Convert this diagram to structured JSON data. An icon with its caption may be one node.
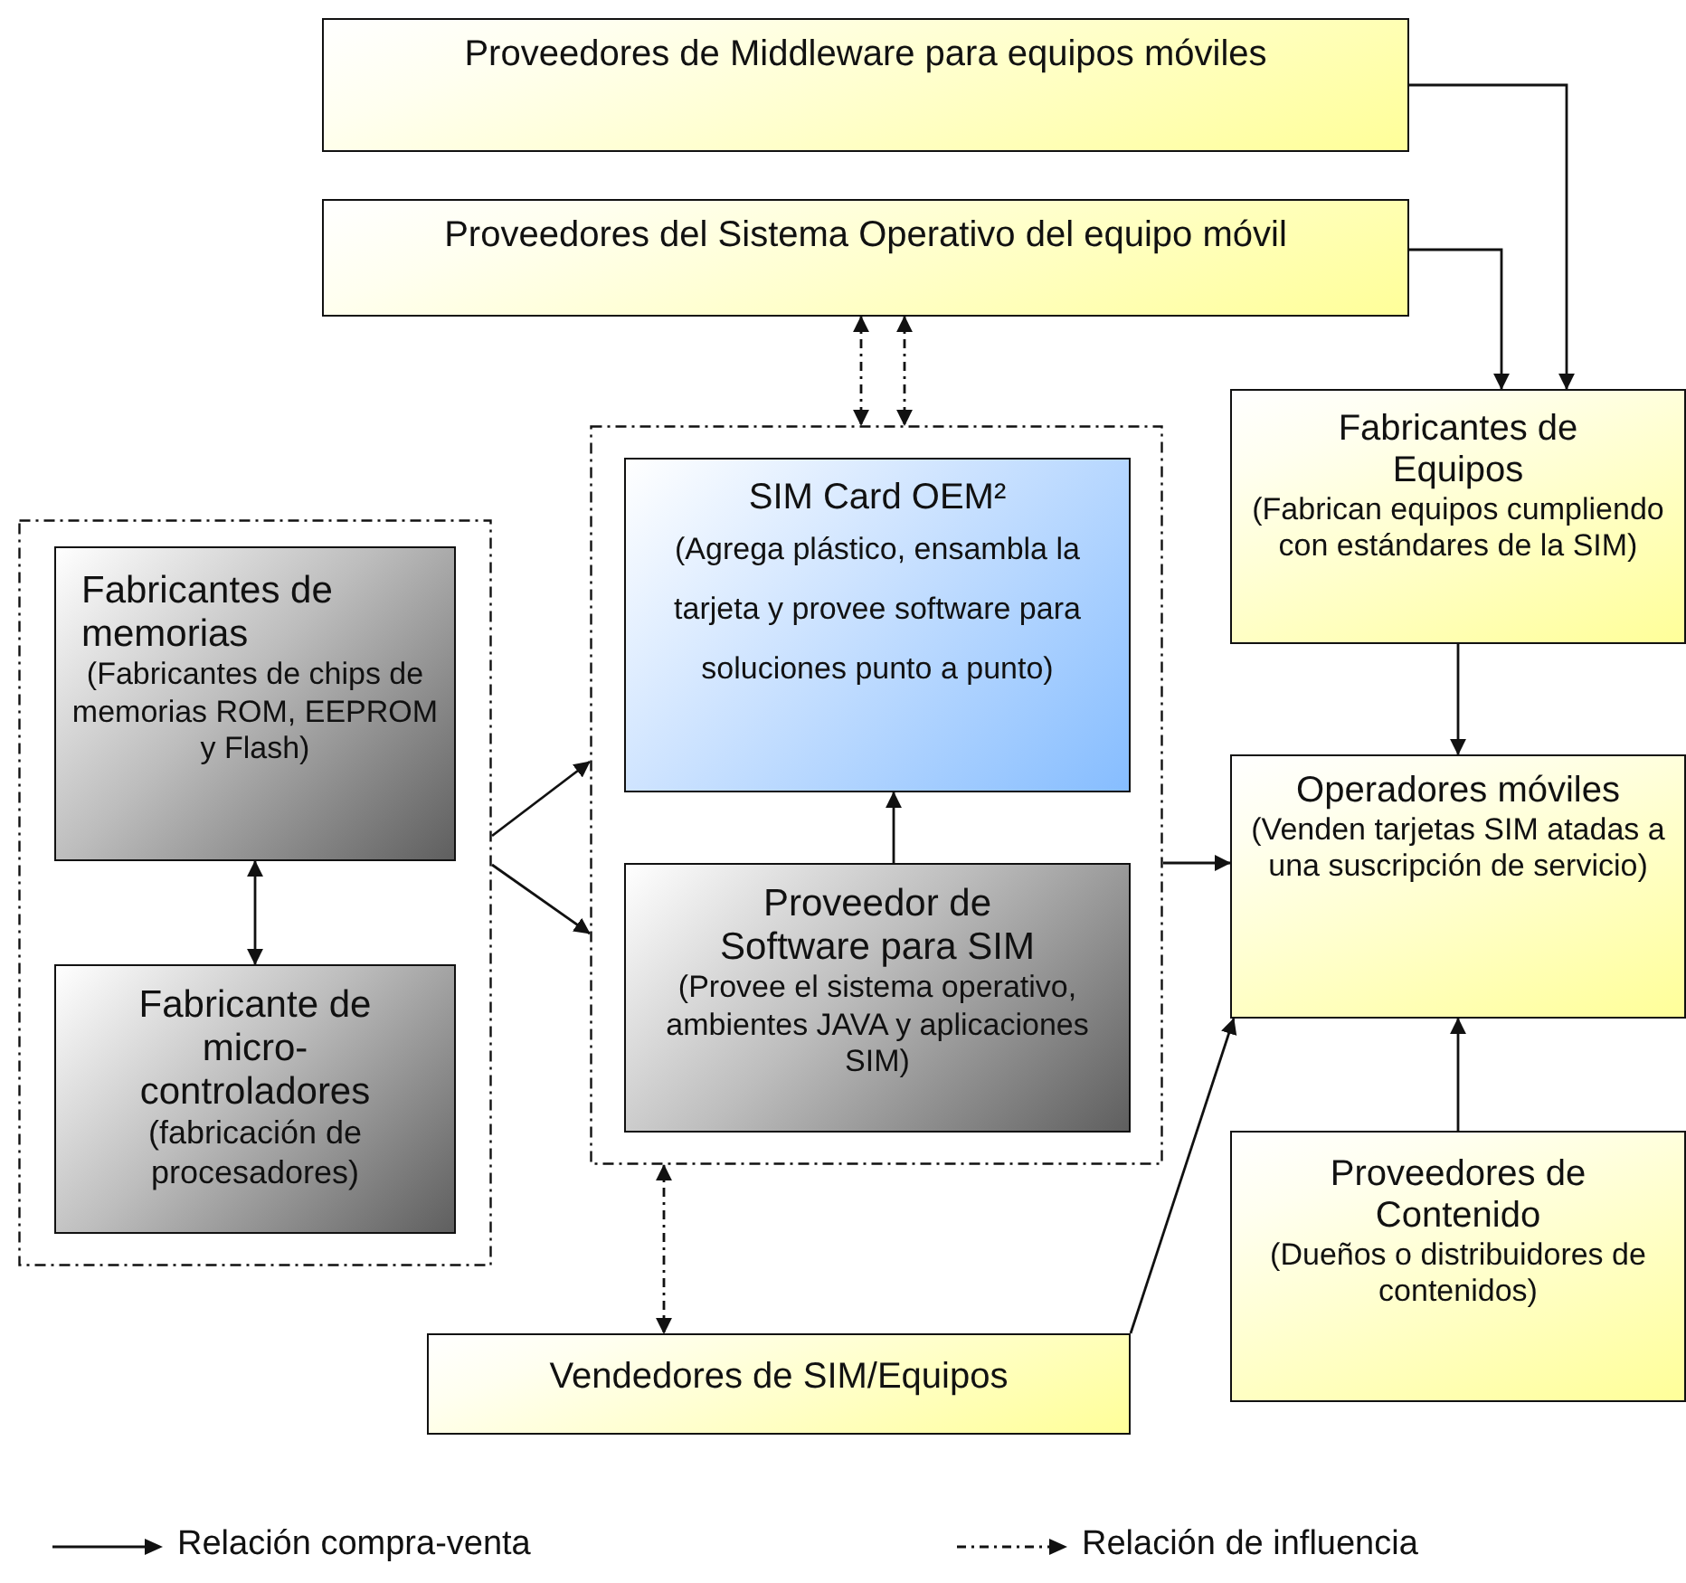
{
  "diagram": {
    "nodes": [
      {
        "text": [
          "Proveedores de Middleware para equipos móviles"
        ]
      },
      {
        "text": [
          "Proveedores del Sistema Operativo del equipo móvil"
        ]
      },
      {
        "text": [],
        "shape": "box"
      },
      {
        "text": [
          "Fabricantes de memorias",
          "(Fabricantes de chips de memorias ROM, EEPROM y Flash)"
        ],
        "in": 2
      },
      {
        "text": [
          "Fabricante de micro-controladores",
          "(fabricación de procesadores)"
        ],
        "in": 2
      },
      {
        "text": [],
        "shape": "box"
      },
      {
        "text": [
          "SIM Card OEM²",
          "(Agrega plástico, ensambla la tarjeta y provee software para soluciones punto a punto)"
        ],
        "in": 5
      },
      {
        "text": [
          "Proveedor de Software para SIM",
          "(Provee el sistema operativo, ambientes JAVA y aplicaciones SIM)"
        ],
        "in": 5
      },
      {
        "text": [
          "Fabricantes de Equipos",
          "(Fabrican equipos cumpliendo con estándares de la SIM)"
        ]
      },
      {
        "text": [
          "Operadores móviles",
          "(Venden tarjetas SIM atadas a una suscripción de servicio)"
        ]
      },
      {
        "text": [
          "Proveedores de Contenido",
          "(Dueños o distribuidores de contenidos)"
        ]
      },
      {
        "text": [
          "Vendedores de SIM/Equipos"
        ]
      }
    ],
    "edges": [
      {
        "from": 0,
        "to": 8,
        "arrow": "to"
      },
      {
        "from": 1,
        "to": 8,
        "arrow": "to"
      },
      {
        "from": 1,
        "to": 5,
        "arrow": "both",
        "style": "dashed"
      },
      {
        "from": 1,
        "to": 5,
        "arrow": "both",
        "style": "dashed"
      },
      {
        "from": 3,
        "to": 4,
        "arrow": "both"
      },
      {
        "from": 2,
        "to": 5,
        "arrow": "to"
      },
      {
        "from": 2,
        "to": 5,
        "arrow": "to"
      },
      {
        "from": 7,
        "to": 6,
        "arrow": "to"
      },
      {
        "from": 5,
        "to": 9,
        "arrow": "to"
      },
      {
        "from": 8,
        "to": 9,
        "arrow": "to"
      },
      {
        "from": 10,
        "to": 9,
        "arrow": "to"
      },
      {
        "from": 11,
        "to": 9,
        "arrow": "to"
      },
      {
        "from": 5,
        "to": 11,
        "arrow": "both",
        "style": "dashed"
      }
    ],
    "legend": [
      {
        "text": "Relación compra-venta"
      },
      {
        "text": "Relación de influencia"
      }
    ]
  }
}
